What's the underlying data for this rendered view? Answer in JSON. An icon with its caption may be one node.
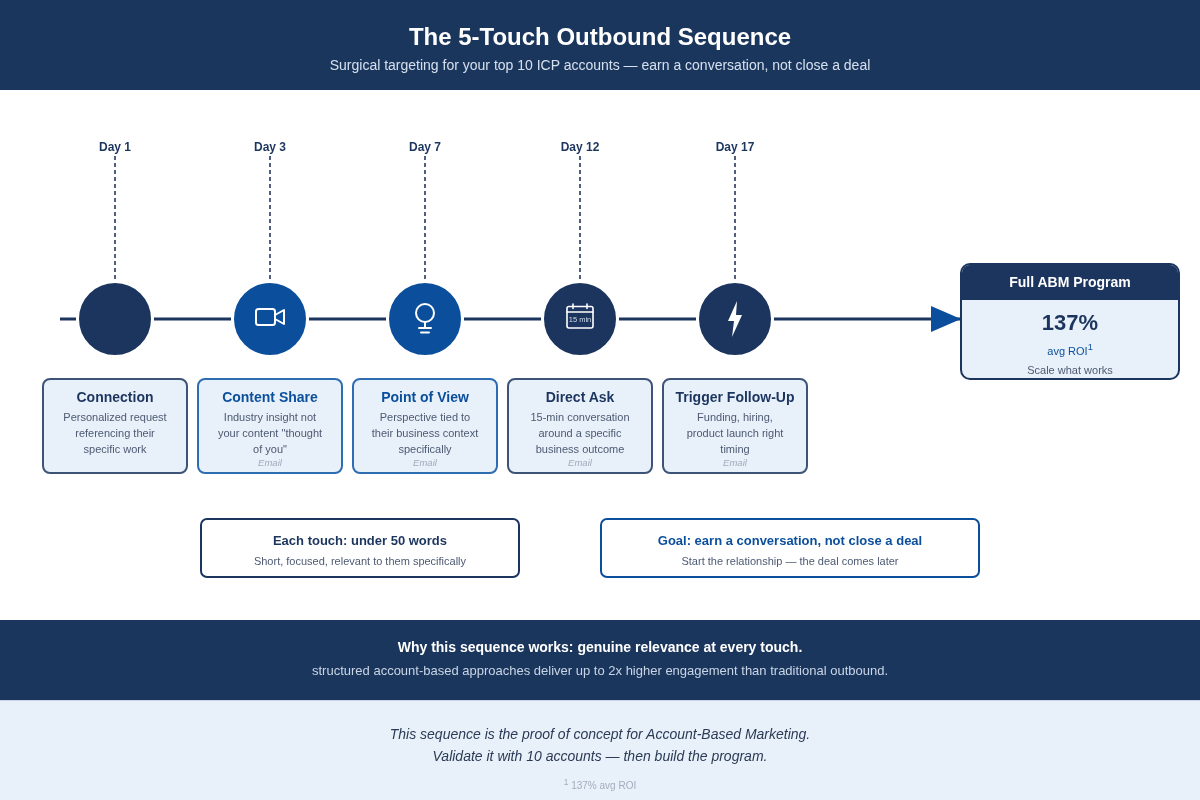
{
  "diagram": {
    "title": "The 5-Touch Outbound Sequence",
    "nodes": [
      {
        "text": [
          "Day 1"
        ]
      },
      {
        "text": [
          "Day 3"
        ]
      },
      {
        "text": [
          "Day 7"
        ]
      },
      {
        "text": [
          "Day 12"
        ]
      },
      {
        "text": [
          "Day 17"
        ]
      },
      {
        "text": [],
        "shape": "circle"
      },
      {
        "text": [],
        "shape": "circle"
      },
      {
        "text": [],
        "shape": "circle"
      },
      {
        "text": [
          "15 min"
        ]
      },
      {
        "text": [],
        "shape": "circle"
      },
      {
        "text": [
          "Full ABM Program",
          "137%",
          "avg ROI$^{1}$",
          "Scale what works"
        ]
      },
      {
        "text": [
          "Connection",
          "Personalized request referencing their specific work"
        ]
      },
      {
        "text": [
          "Content Share",
          "Industry insight not your content \"thought of you\"",
          "Email"
        ]
      },
      {
        "text": [
          "Point of View",
          "Perspective tied to their business context specifically",
          "Email"
        ]
      },
      {
        "text": [
          "Direct Ask",
          "15-min conversation around a specific business outcome",
          "Email"
        ]
      },
      {
        "text": [
          "Trigger Follow-Up",
          "Funding, hiring, product launch right timing",
          "Email"
        ]
      },
      {
        "text": [
          "Each touch: under 50 words",
          "Short, focused, relevant to them specifically"
        ]
      },
      {
        "text": [
          "Goal: earn a conversation, not close a deal",
          "Start the relationship — the deal comes later"
        ]
      },
      {
        "text": [
          "Why this sequence works: genuine relevance at every touch.",
          "structured account-based approaches deliver up to 2x higher engagement than traditional outbound."
        ]
      },
      {
        "text": [
          "This sequence is the proof of concept for Account-Based Marketing. Validate it with 10 accounts — then build the program.",
          "$^{1}$ 137% avg ROI"
        ]
      }
    ],
    "edges": [
      {
        "from": 0,
        "to": 5,
        "arrow": "none",
        "style": "dashed"
      },
      {
        "from": 1,
        "to": 6,
        "arrow": "none",
        "style": "dashed"
      },
      {
        "from": 2,
        "to": 7,
        "arrow": "none",
        "style": "dashed"
      },
      {
        "from": 3,
        "to": 8,
        "arrow": "none",
        "style": "dashed"
      },
      {
        "from": 4,
        "to": 9,
        "arrow": "none",
        "style": "dashed"
      },
      {
        "from": null,
        "to": 5,
        "arrow": "none"
      },
      {
        "from": 5,
        "to": 6,
        "arrow": "none"
      },
      {
        "from": 6,
        "to": 7,
        "arrow": "none"
      },
      {
        "from": 7,
        "to": 8,
        "arrow": "none"
      },
      {
        "from": 8,
        "to": 9,
        "arrow": "none"
      },
      {
        "from": 9,
        "to": 10,
        "arrow": "to"
      }
    ],
    "labels": [
      "Surgical targeting for your top 10 ICP accounts — earn a conversation, not close a deal"
    ]
  }
}
